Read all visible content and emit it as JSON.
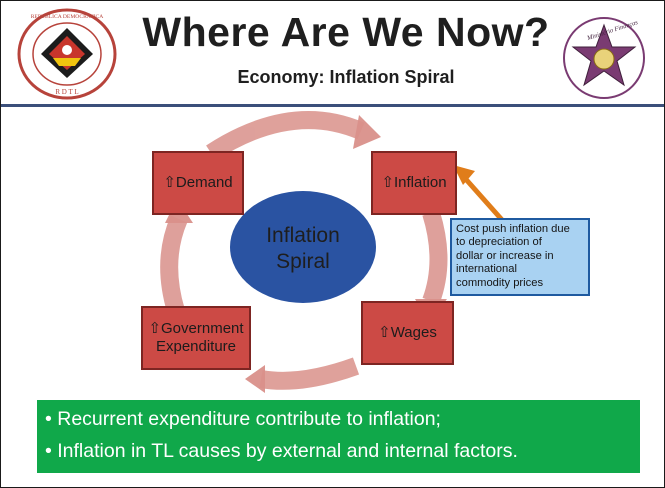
{
  "slide": {
    "title": "Where Are We Now?",
    "subtitle": "Economy: Inflation Spiral",
    "left_logo_icon": "democratic-republic-timor-leste-seal",
    "left_logo_text": "REPUBLICA DEMOCRATICA DE TIMOR-LESTE · R D T L",
    "right_logo_icon": "ministerio-financas-emblem",
    "right_logo_text": "Ministério Finanças"
  },
  "diagram": {
    "center_label_line1": "Inflation",
    "center_label_line2": "Spiral",
    "nodes": {
      "demand": "⇧Demand",
      "inflation": "⇧Inflation",
      "wages": "⇧Wages",
      "government_line1": "⇧Government",
      "government_line2": "Expenditure"
    },
    "callout_line1": "Cost push inflation due",
    "callout_line2": "to depreciation of",
    "callout_line3": "dollar or increase in",
    "callout_line4": "international",
    "callout_line5": "commodity prices"
  },
  "bullets": [
    "• Recurrent expenditure contribute to inflation;",
    "• Inflation in TL causes by external and internal factors."
  ],
  "colors": {
    "box_fill": "#cc4a45",
    "arrow": "#d9908a",
    "circle": "#2a53a2",
    "callout_fill": "#a9d2f2",
    "callout_arrow": "#e07d1a",
    "bullet_band": "#10a84a"
  }
}
